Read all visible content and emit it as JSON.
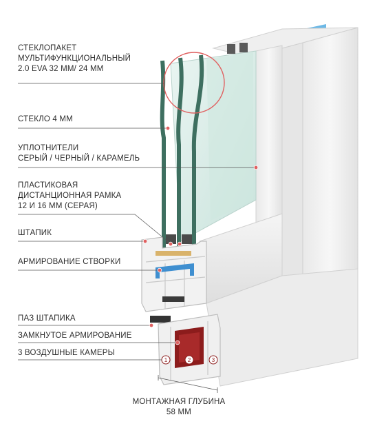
{
  "labels": {
    "glazing": {
      "line1": "СТЕКЛОПАКЕТ",
      "line2": "МУЛЬТИФУНКЦИОНАЛЬНЫЙ",
      "line3": "2.0 EVA 32 ММ/ 24 ММ"
    },
    "glass": "СТЕКЛО 4 ММ",
    "seals": {
      "line1": "УПЛОТНИТЕЛИ",
      "line2": "СЕРЫЙ / ЧЕРНЫЙ / КАРАМЕЛЬ"
    },
    "spacer": {
      "line1": "ПЛАСТИКОВАЯ",
      "line2": "ДИСТАНЦИОННАЯ РАМКА",
      "line3": "12 И 16 ММ (СЕРАЯ)"
    },
    "bead": "ШТАПИК",
    "sash_reinforcement": "АРМИРОВАНИЕ СТВОРКИ",
    "bead_groove": "ПАЗ ШТАПИКА",
    "closed_reinforcement": "ЗАМКНУТОЕ АРМИРОВАНИЕ",
    "air_chambers": "3 ВОЗДУШНЫЕ КАМЕРЫ",
    "depth": {
      "line1": "МОНТАЖНАЯ ГЛУБИНА",
      "line2": "58 ММ"
    }
  },
  "chamber_numbers": [
    "1",
    "2",
    "3"
  ],
  "colors": {
    "glass_edge": "#3e6f60",
    "glass_tint": "#dff0ec",
    "reinforcement_red": "#8c1c1c",
    "sash_reinforcement_blue": "#3f8fd0",
    "accent_circle": "#e06060",
    "frame_white": "#f4f4f4",
    "frame_shadow": "#d4d4d4"
  }
}
